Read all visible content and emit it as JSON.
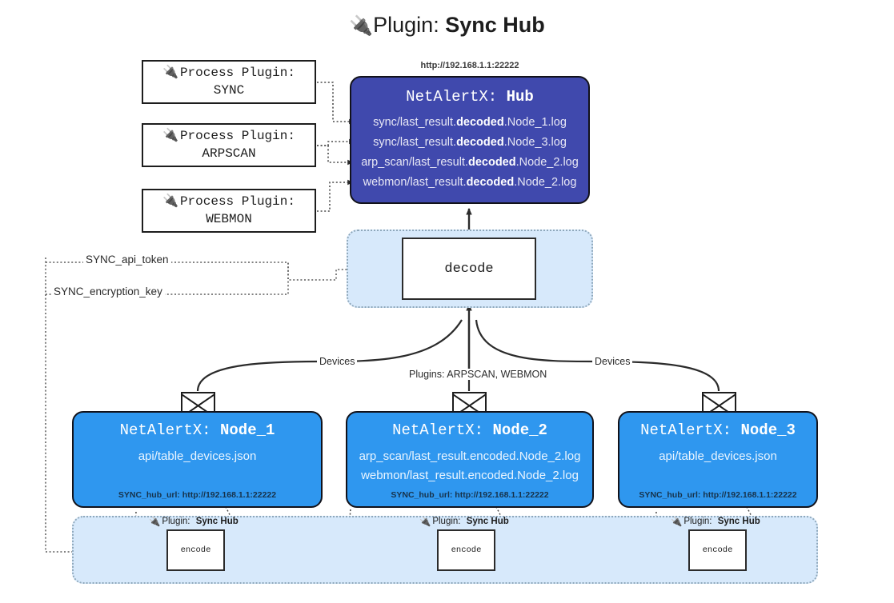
{
  "title": {
    "icon": "plug-icon",
    "label": "Plugin:",
    "value": "Sync Hub"
  },
  "process_plugins": [
    {
      "label": "Process Plugin:",
      "name": "SYNC"
    },
    {
      "label": "Process Plugin:",
      "name": "ARPSCAN"
    },
    {
      "label": "Process Plugin:",
      "name": "WEBMON"
    }
  ],
  "hub": {
    "url": "http://192.168.1.1:22222",
    "prefix": "NetAlertX:",
    "name": "Hub",
    "logs": [
      {
        "pre": "sync/last_result.",
        "mid": "decoded",
        "post": ".Node_1.log"
      },
      {
        "pre": "sync/last_result.",
        "mid": "decoded",
        "post": ".Node_3.log"
      },
      {
        "pre": "arp_scan/last_result.",
        "mid": "decoded",
        "post": ".Node_2.log"
      },
      {
        "pre": "webmon/last_result.",
        "mid": "decoded",
        "post": ".Node_2.log"
      }
    ]
  },
  "decode": {
    "label": "decode"
  },
  "secrets": [
    {
      "label": "SYNC_api_token"
    },
    {
      "label": "SYNC_encryption_key"
    }
  ],
  "edge_labels": {
    "devices_left": "Devices",
    "devices_right": "Devices",
    "plugins_center": "Plugins: ARPSCAN, WEBMON"
  },
  "nodes": [
    {
      "prefix": "NetAlertX:",
      "name": "Node_1",
      "lines": [
        "api/table_devices.json"
      ],
      "footer": "SYNC_hub_url: http://192.168.1.1:22222"
    },
    {
      "prefix": "NetAlertX:",
      "name": "Node_2",
      "lines": [
        "arp_scan/last_result.encoded.Node_2.log",
        "webmon/last_result.encoded.Node_2.log"
      ],
      "footer": "SYNC_hub_url: http://192.168.1.1:22222"
    },
    {
      "prefix": "NetAlertX:",
      "name": "Node_3",
      "lines": [
        "api/table_devices.json"
      ],
      "footer": "SYNC_hub_url: http://192.168.1.1:22222"
    }
  ],
  "encoders": [
    {
      "plugin_label": "Plugin:",
      "plugin_name": "Sync Hub",
      "label": "encode"
    },
    {
      "plugin_label": "Plugin:",
      "plugin_name": "Sync Hub",
      "label": "encode"
    },
    {
      "plugin_label": "Plugin:",
      "plugin_name": "Sync Hub",
      "label": "encode"
    }
  ],
  "colors": {
    "hub_fill": "#4049ad",
    "node_fill": "#2f97ef",
    "container_fill": "#d7e9fb",
    "stroke": "#1d1d1d"
  }
}
